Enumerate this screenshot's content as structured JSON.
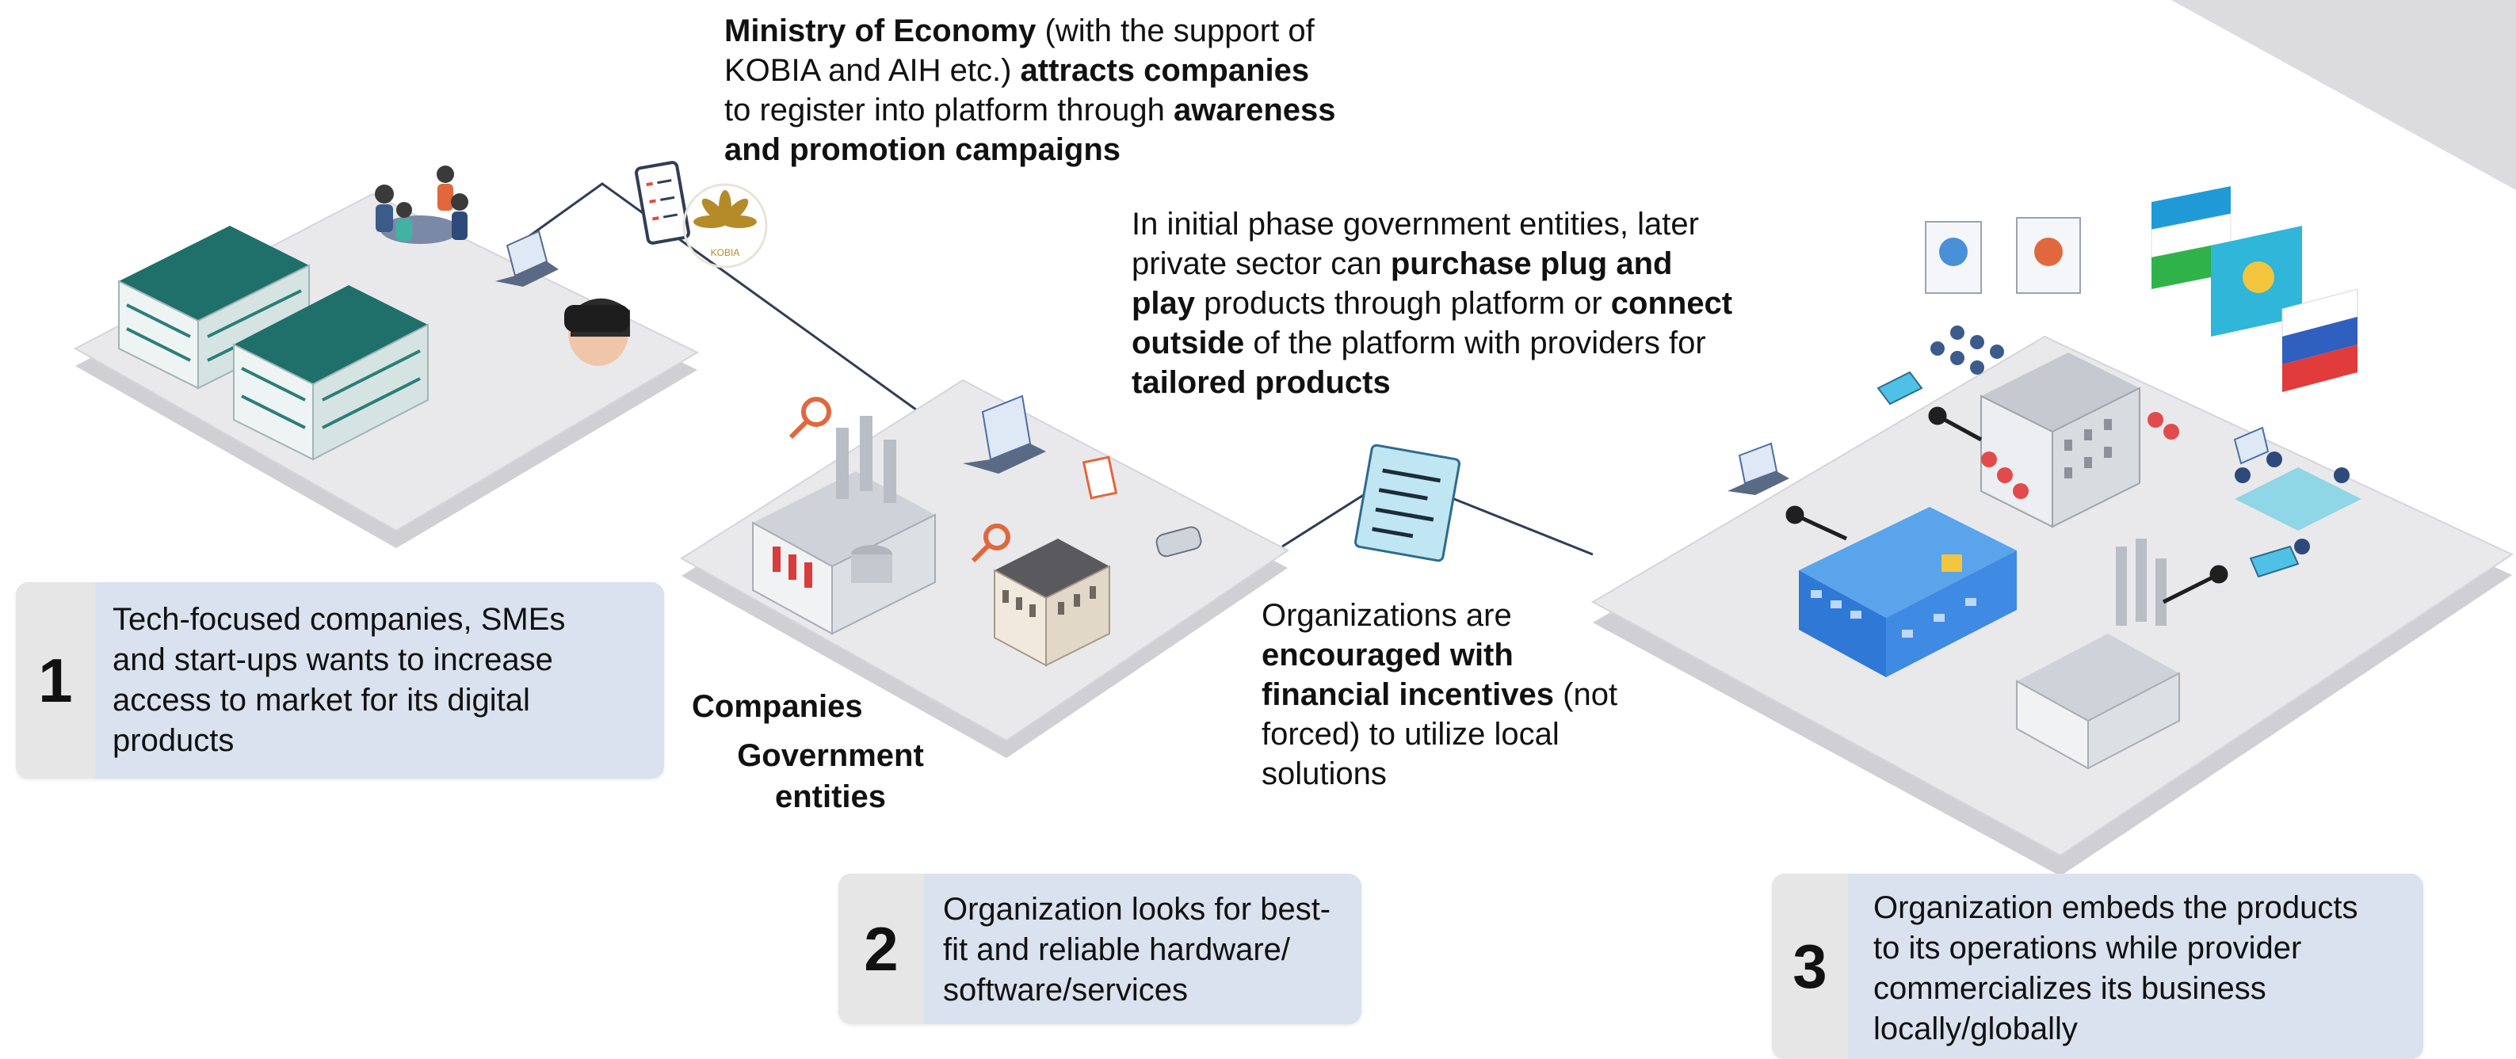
{
  "annotations": {
    "ministry": {
      "p1": "Ministry of Economy",
      "p2": " (with the support of",
      "p3": "KOBIA and AIH etc.) ",
      "p4": "attracts companies",
      "p5": "to register into platform through ",
      "p6": "awareness",
      "p7": "and promotion campaigns"
    },
    "initial_phase": {
      "p1": "In initial phase government entities, later",
      "p2": "private sector can ",
      "p3": "purchase plug and",
      "p4": "play",
      "p5": " products through platform or ",
      "p6": "connect",
      "p7": "outside",
      "p8": " of the platform with providers for",
      "p9": "tailored products"
    },
    "incentives": {
      "p1": "Organizations are",
      "p2": "encouraged with",
      "p3": "financial incentives",
      "p4": " (not",
      "p5": "forced) to utilize local",
      "p6": "solutions"
    }
  },
  "labels": {
    "companies": "Companies",
    "government_1": "Government",
    "government_2": "entities",
    "kobia": "KOBIA"
  },
  "steps": [
    {
      "number": "1",
      "lines": [
        "Tech-focused companies, SMEs",
        "and start-ups wants to increase",
        "access to market for its digital",
        "products"
      ]
    },
    {
      "number": "2",
      "lines": [
        "Organization looks for best-",
        "fit and reliable hardware/",
        "software/services"
      ]
    },
    {
      "number": "3",
      "lines": [
        "Organization embeds the products",
        "to its operations while provider",
        "commercializes its business",
        "locally/globally"
      ]
    }
  ],
  "colors": {
    "step_box": "#d9e2ee",
    "step_number_bg": "#e6e6e6",
    "platform": "#e9e9ec",
    "platform_edge": "#cfcfd4",
    "building_teal": "#1f6f6a",
    "building_blue": "#2f78d6",
    "connector": "#2f3e55"
  }
}
